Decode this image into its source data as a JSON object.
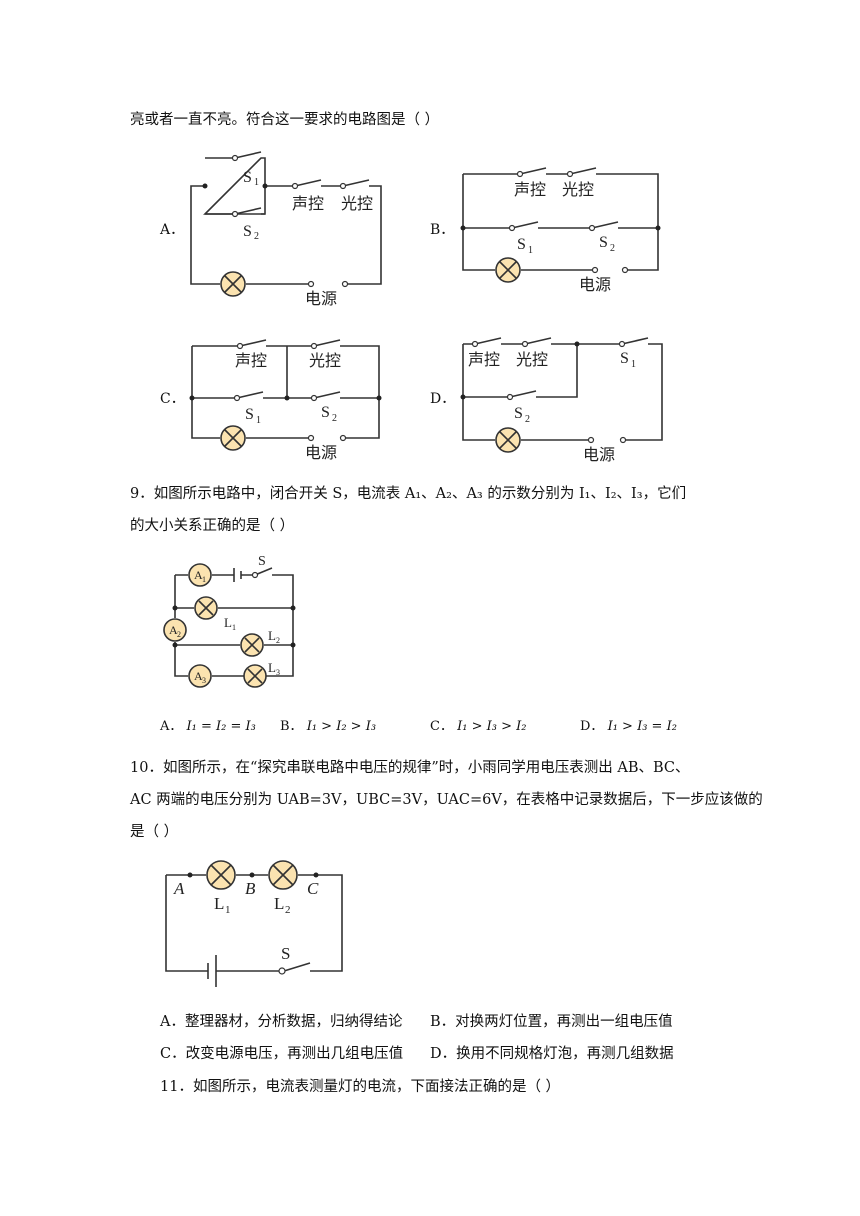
{
  "q8": {
    "stem_tail": "亮或者一直不亮。符合这一要求的电路图是（        ）",
    "options": {
      "a": "A．",
      "b": "B．",
      "c": "C．",
      "d": "D．"
    },
    "labels": {
      "s1": "S",
      "s2": "S",
      "sub1": "1",
      "sub2": "2",
      "sound": "声控",
      "light": "光控",
      "power": "电源"
    }
  },
  "q9": {
    "line1": "9．如图所示电路中，闭合开关 S，电流表 A₁、A₂、A₃ 的示数分别为 I₁、I₂、I₃，它们",
    "line2": "的大小关系正确的是（        ）",
    "diagram": {
      "S": "S",
      "A": "A",
      "L": "L",
      "sub1": "1",
      "sub2": "2",
      "sub3": "3"
    },
    "options": [
      {
        "label": "A．",
        "expr": "I₁ = I₂ = I₃"
      },
      {
        "label": "B．",
        "expr": "I₁ > I₂ > I₃"
      },
      {
        "label": "C．",
        "expr": "I₁ > I₃ > I₂"
      },
      {
        "label": "D．",
        "expr": "I₁ > I₃ = I₂"
      }
    ]
  },
  "q10": {
    "line1": "10．如图所示，在“探究串联电路中电压的规律”时，小雨同学用电压表测出 AB、BC、",
    "line2": "AC 两端的电压分别为 UAB=3V，UBC=3V，UAC=6V，在表格中记录数据后，下一步应该做的",
    "line3": "是（        ）",
    "diagram": {
      "A": "A",
      "B": "B",
      "C": "C",
      "L": "L",
      "sub1": "1",
      "sub2": "2",
      "S": "S"
    },
    "optA": "A．整理器材，分析数据，归纳得结论",
    "optB": "B．对换两灯位置，再测出一组电压值",
    "optC": "C．改变电源电压，再测出几组电压值",
    "optD": "D．换用不同规格灯泡，再测几组数据"
  },
  "q11": {
    "line1": "11．如图所示，电流表测量灯的电流，下面接法正确的是（        ）"
  }
}
